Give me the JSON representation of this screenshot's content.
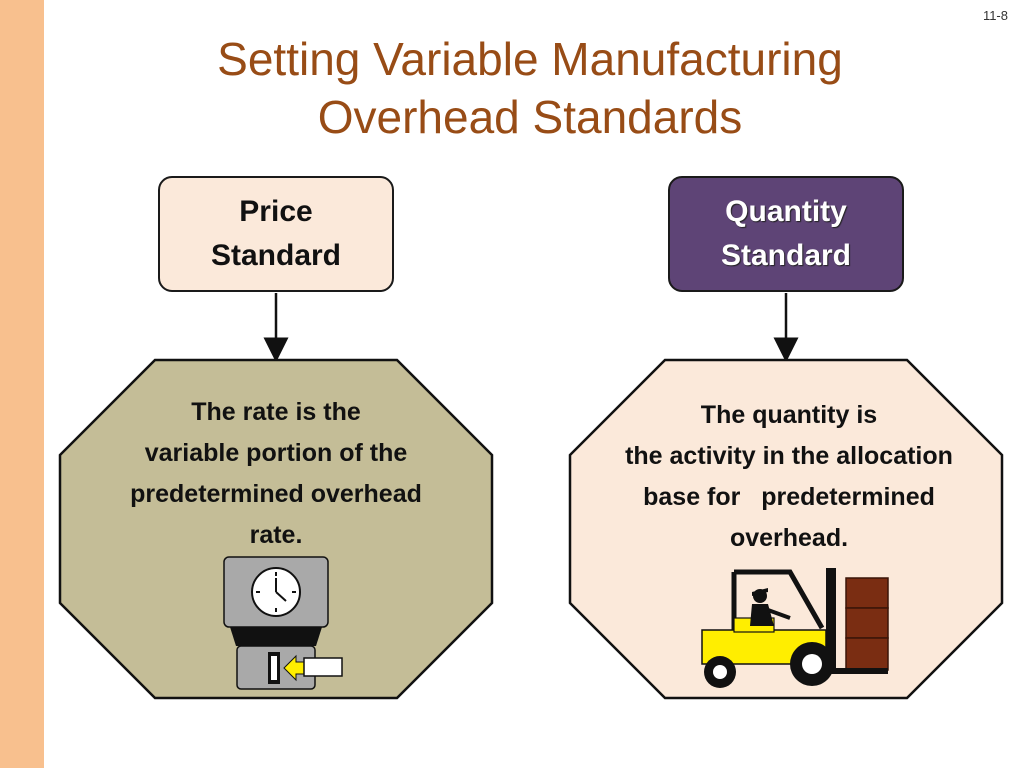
{
  "slide_number": "11-8",
  "title_lines": [
    "Setting Variable Manufacturing",
    "Overhead Standards"
  ],
  "price": {
    "heading_lines": [
      "Price",
      "Standard"
    ],
    "description_lines": [
      "The rate is the",
      "variable portion of the",
      "predetermined overhead",
      "rate."
    ]
  },
  "quantity": {
    "heading_lines": [
      "Quantity",
      "Standard"
    ],
    "description_lines": [
      "The quantity is",
      "the activity in the allocation",
      "base for   predetermined",
      "overhead."
    ]
  },
  "colors": {
    "accent_bar": "#f8c08e",
    "title": "#984c16",
    "price_box": "#fbe9da",
    "quantity_box": "#5e4476",
    "price_octagon": "#c4bd97",
    "quantity_octagon": "#fbe9da"
  },
  "icons": [
    "time-clock-icon",
    "forklift-icon"
  ]
}
